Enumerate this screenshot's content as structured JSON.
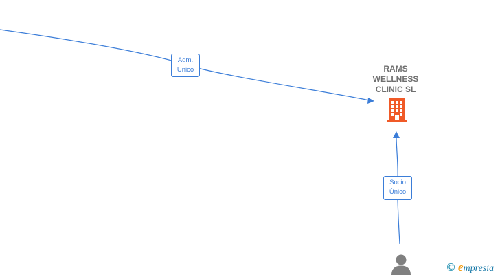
{
  "diagram": {
    "company": {
      "name_lines": [
        "RAMS",
        "WELLNESS",
        "CLINIC  SL"
      ],
      "icon": "building-icon",
      "icon_color": "#f05a28"
    },
    "person": {
      "icon": "person-icon",
      "icon_color": "#808080"
    },
    "edges": [
      {
        "label_lines": [
          "Adm.",
          "Unico"
        ],
        "target": "company"
      },
      {
        "label_lines": [
          "Socio",
          "Único"
        ],
        "source": "person",
        "target": "company"
      }
    ],
    "edge_color": "#3b7dd8"
  },
  "watermark": {
    "symbol": "©",
    "brand_initial": "e",
    "brand_rest": "mpresia"
  }
}
